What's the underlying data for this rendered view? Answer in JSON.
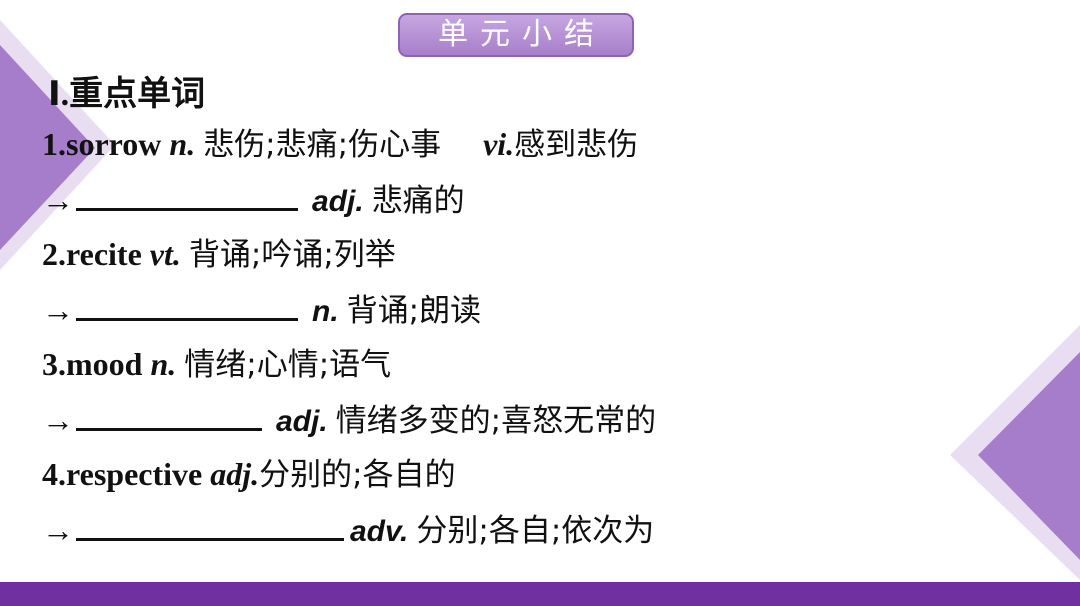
{
  "header": {
    "title": "单元小结"
  },
  "section": {
    "heading": "Ⅰ.重点单词"
  },
  "entries": [
    {
      "head": "1.sorrow",
      "pos": "n.",
      "meaning": "悲伤;悲痛;伤心事",
      "pos2": "vi.",
      "meaning2": "感到悲伤",
      "derived_arrow": "→",
      "derived_pos": "adj.",
      "derived_meaning": "悲痛的"
    },
    {
      "head": "2.recite",
      "pos": "vt.",
      "meaning": "背诵;吟诵;列举",
      "derived_arrow": "→",
      "derived_pos": "n.",
      "derived_meaning": "背诵;朗读"
    },
    {
      "head": "3.mood",
      "pos": "n.",
      "meaning": "情绪;心情;语气",
      "derived_arrow": "→",
      "derived_pos": "adj.",
      "derived_meaning": "情绪多变的;喜怒无常的"
    },
    {
      "head": "4.respective",
      "pos": "adj.",
      "meaning": "分别的;各自的",
      "derived_arrow": "→",
      "derived_pos": "adv.",
      "derived_meaning": "分别;各自;依次为"
    }
  ],
  "colors": {
    "accent": "#7030a0",
    "badge": "#b48fd4",
    "triangle_dark": "#9b6fc2",
    "triangle_light": "#e6d9f0"
  }
}
